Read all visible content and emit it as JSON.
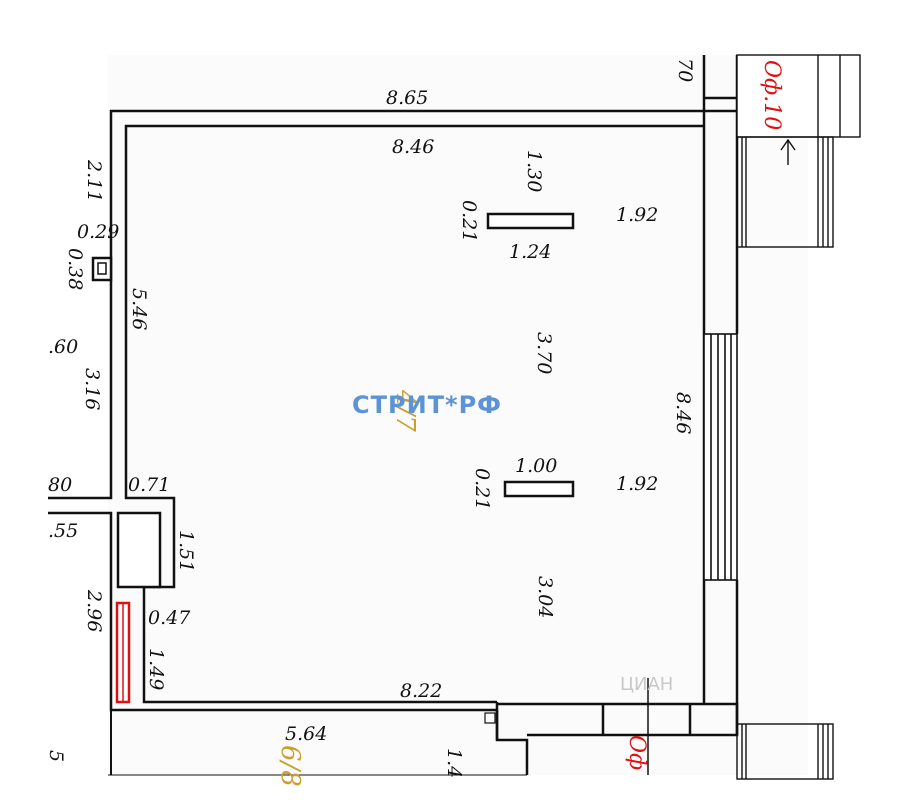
{
  "plan": {
    "dimensions": {
      "top_outer": "8.65",
      "top_inner": "8.46",
      "left_upper": "2.11",
      "left_notch_width": "0.29",
      "left_notch_depth": "0.38",
      "left_inner": "5.46",
      "left_outer_partial": ".60",
      "left_lower": "3.16",
      "left_edge_80": "80",
      "alcove_width": "0.71",
      "left_edge_55": ".55",
      "alcove_depth": "1.51",
      "red_segment": "2.96",
      "lower_step": "0.47",
      "lower_left": "1.49",
      "bottom_inner": "8.22",
      "below_room": "5.64",
      "right_inner": "8.46",
      "col1_gap_top": "1.30",
      "col1_depth": "0.21",
      "col1_width": "1.24",
      "col1_right_gap": "1.92",
      "mid_gap": "3.70",
      "col2_width": "1.00",
      "col2_depth": "0.21",
      "col2_right_gap": "1.92",
      "col2_gap_bottom": "3.04",
      "partial_right_top": "70",
      "partial_bottom_right": "1.4",
      "partial_left_bottom": "5"
    },
    "room_labels": {
      "main": "4/7",
      "lower": "6/8"
    },
    "axis_labels": {
      "top_right": "Оф.10",
      "bottom_right": "Оф"
    },
    "watermark": "СТРИТ*РФ",
    "faint_watermark": "ЦИАН"
  },
  "colors": {
    "wall": "#111111",
    "accent_red": "#e01010",
    "room_number": "#c8a030",
    "watermark": "#5b93d6"
  }
}
